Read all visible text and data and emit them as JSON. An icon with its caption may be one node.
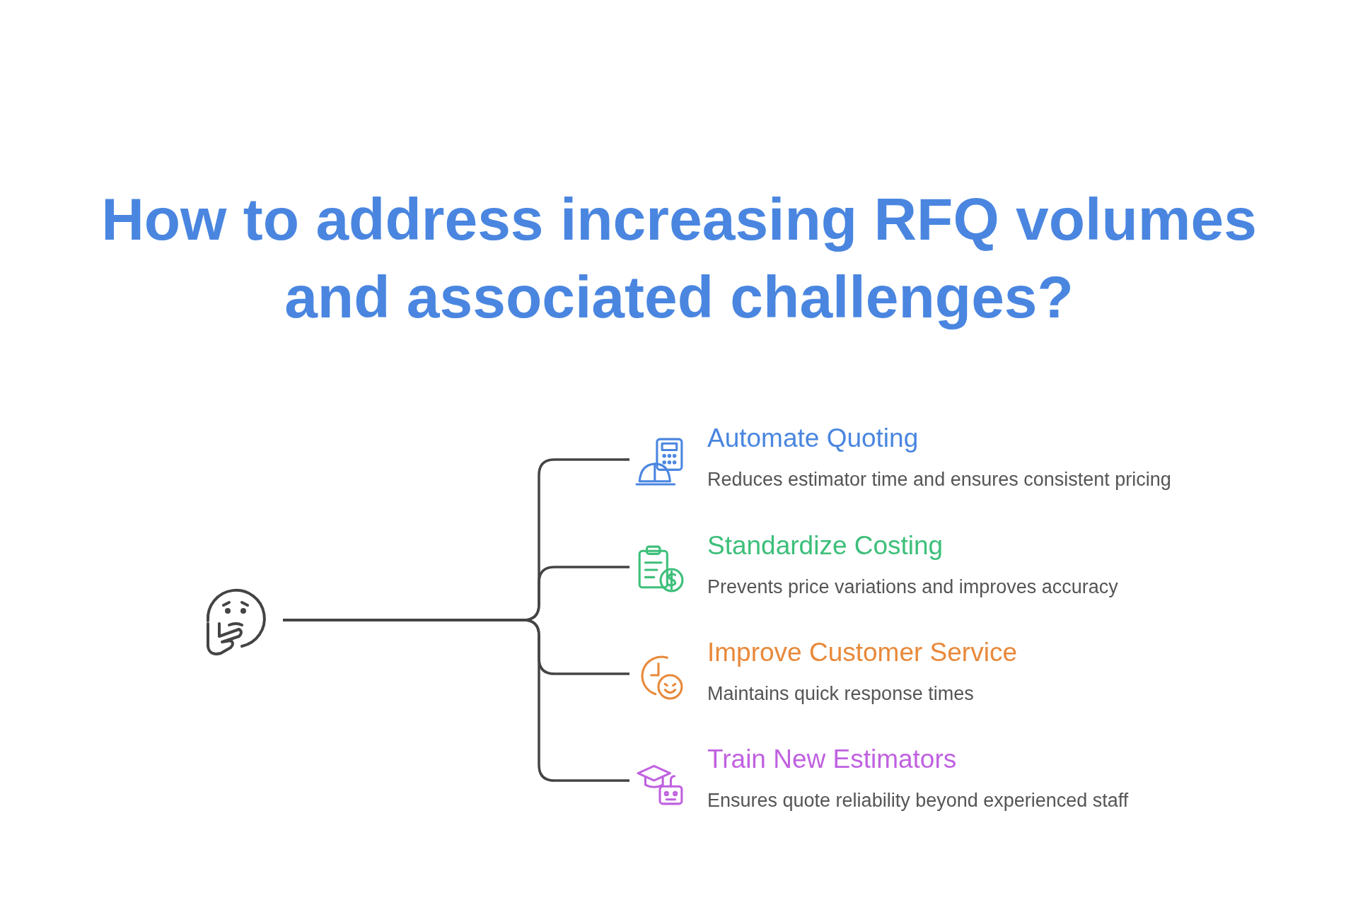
{
  "diagram": {
    "title": "How to address increasing RFQ volumes and associated challenges?",
    "nodes": [
      {
        "text": [],
        "shape": "picture"
      },
      {
        "text": [
          "Automate Quoting",
          "Reduces estimator time and ensures consistent pricing"
        ]
      },
      {
        "text": [
          "Standardize Costing",
          "Prevents price variations and improves accuracy"
        ]
      },
      {
        "text": [
          "Improve Customer Service",
          "Maintains quick response times"
        ]
      },
      {
        "text": [
          "Train New Estimators",
          "Ensures quote reliability beyond experienced staff"
        ]
      }
    ],
    "edges": [
      {
        "from": 0,
        "to": 1,
        "arrow": "none"
      },
      {
        "from": 0,
        "to": 2,
        "arrow": "none"
      },
      {
        "from": 0,
        "to": 3,
        "arrow": "none"
      },
      {
        "from": 0,
        "to": 4,
        "arrow": "none"
      }
    ]
  }
}
